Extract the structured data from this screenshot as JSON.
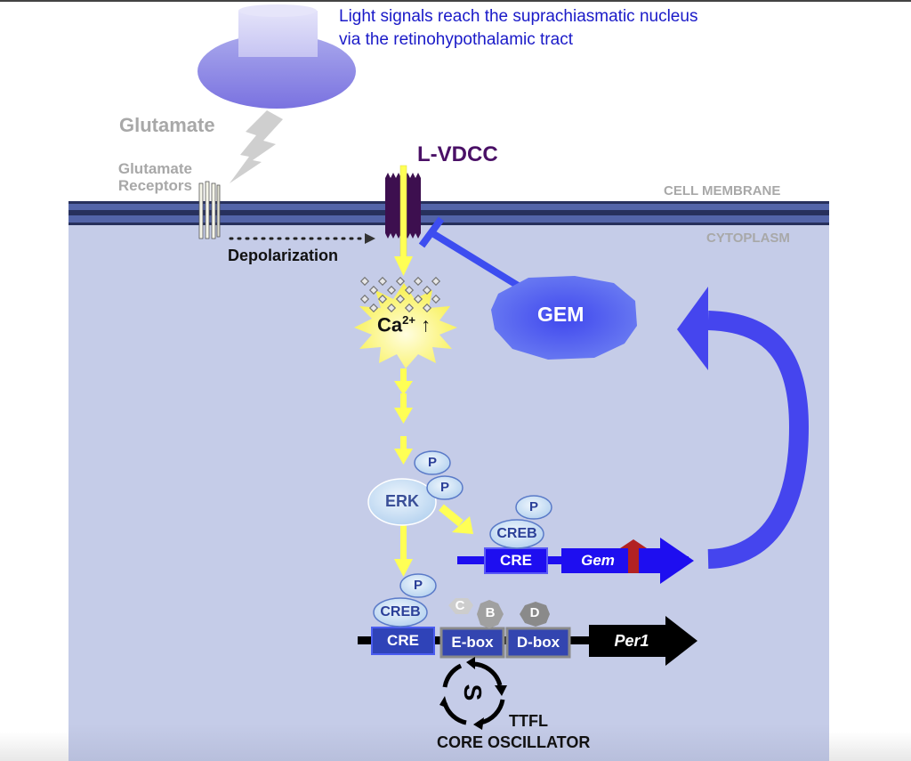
{
  "caption": {
    "line1": "Light signals reach the suprachiasmatic nucleus",
    "line2": "via the retinohypothalamic tract"
  },
  "labels": {
    "glutamate": "Glutamate",
    "glutamate_receptors": "Glutamate Receptors",
    "l_vdcc": "L-VDCC",
    "cell_membrane": "CELL MEMBRANE",
    "cytoplasm": "CYTOPLASM",
    "depolarization": "Depolarization",
    "calcium": "Ca",
    "calcium_charge": "2+",
    "calcium_arrow": "↑",
    "gem_protein": "GEM",
    "erk": "ERK",
    "phospho": "P",
    "creb": "CREB",
    "cre": "CRE",
    "gem_gene": "Gem",
    "e_box": "E-box",
    "d_box": "D-box",
    "per1": "Per1",
    "clock_c": "C",
    "clock_b": "B",
    "clock_d": "D",
    "oscillator_symbol": "S",
    "ttfl": "TTFL",
    "core_oscillator": "CORE OSCILLATOR"
  },
  "colors": {
    "caption_text": "#1a1ac8",
    "cytoplasm_fill": "#c5cce8",
    "membrane": "#3a4a8c",
    "signal_arrow": "#ffff66",
    "gem_protein": "#4a5cf0",
    "feedback_arrow": "#4545ee",
    "gem_gene_arrow": "#1e0ef0",
    "cre_box": "#1e0ef0",
    "per1_arrow": "#000000",
    "lvdcc": "#3d0f4f",
    "upregulation_marker": "#b22222",
    "grey_label": "#a8a8a8"
  }
}
